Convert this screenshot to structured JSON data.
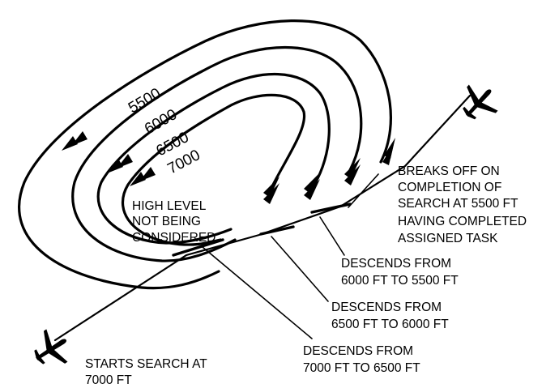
{
  "altitudes": [
    "5500",
    "6000",
    "6500",
    "7000"
  ],
  "notes": {
    "high_level": [
      "HIGH LEVEL",
      "NOT BEING",
      "CONSIDERED"
    ],
    "breaks_off": [
      "BREAKS OFF ON",
      "COMPLETION OF",
      "SEARCH AT 5500 FT",
      "HAVING COMPLETED",
      "ASSIGNED TASK"
    ],
    "descend_6000": [
      "DESCENDS FROM",
      "6000 FT TO 5500 FT"
    ],
    "descend_6500": [
      "DESCENDS FROM",
      "6500 FT TO 6000 FT"
    ],
    "descend_7000": [
      "DESCENDS FROM",
      "7000 FT TO 6500 FT"
    ],
    "start": [
      "STARTS SEARCH AT",
      "7000 FT"
    ]
  }
}
